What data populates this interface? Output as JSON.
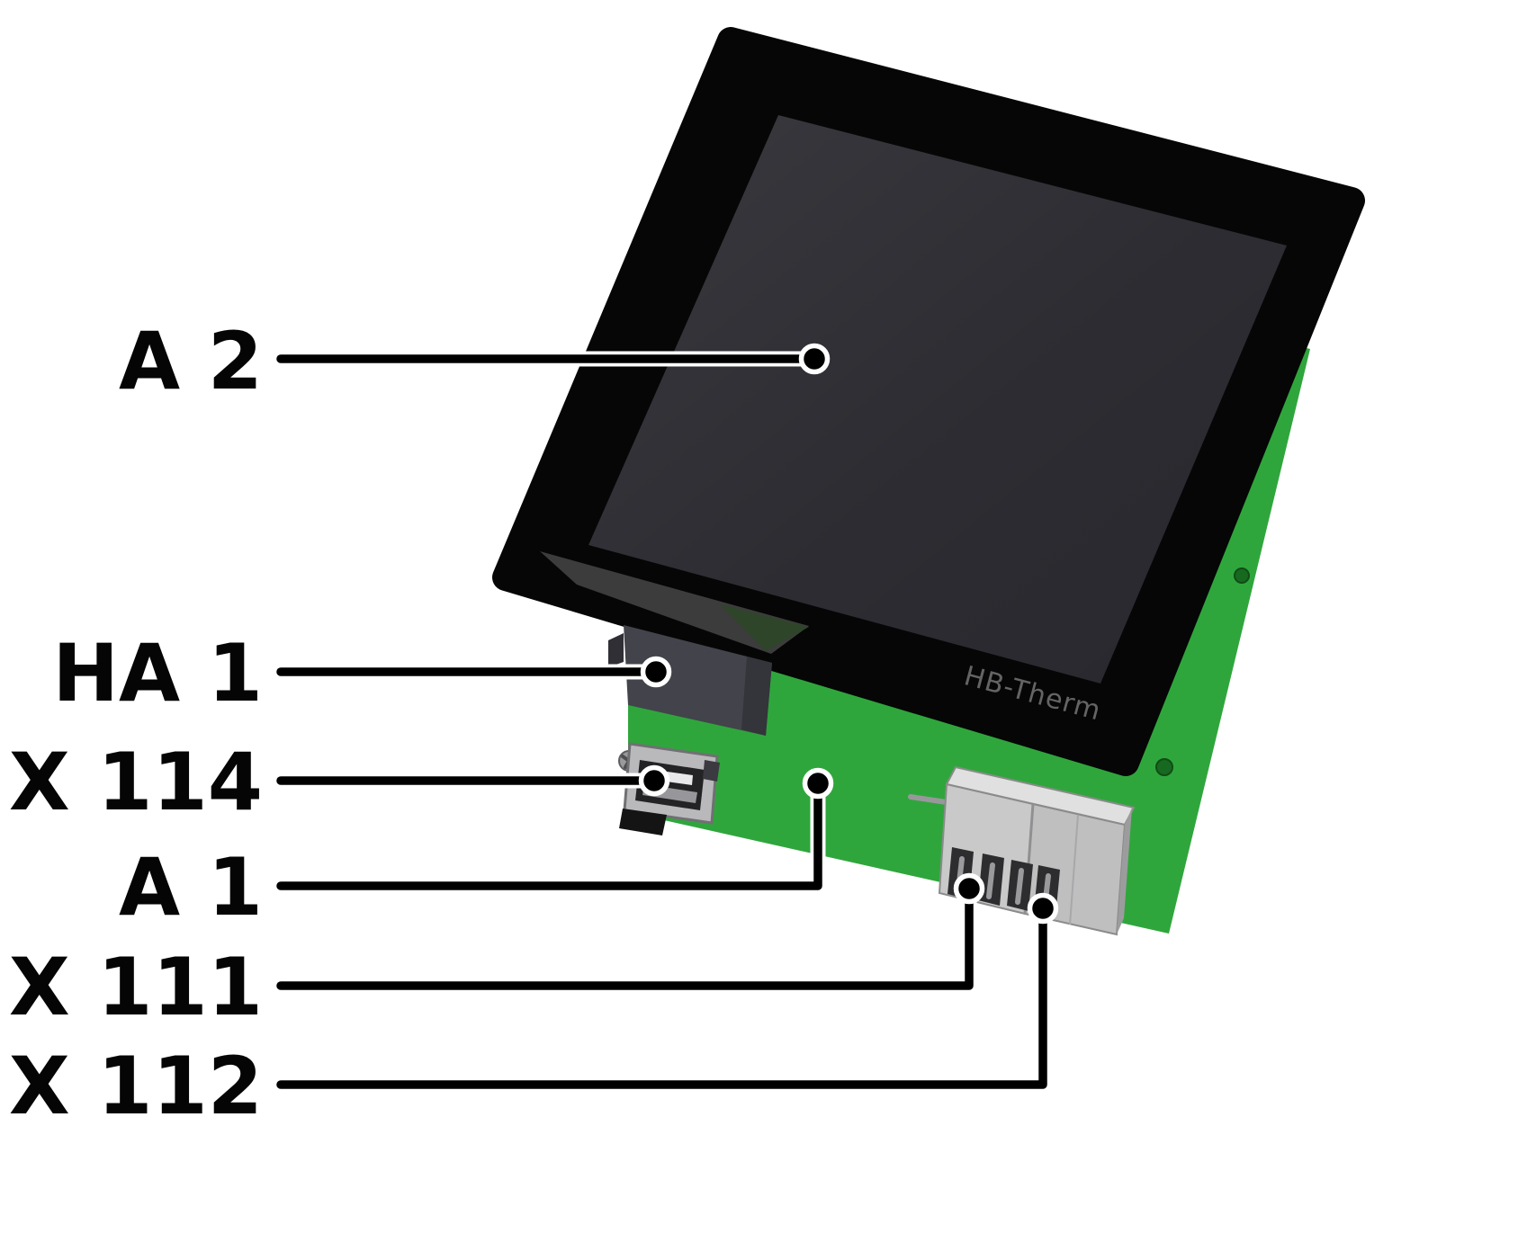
{
  "diagram": {
    "brand": "HB-Therm",
    "labels": [
      {
        "text": "A 2"
      },
      {
        "text": "HA 1"
      },
      {
        "text": "X 114"
      },
      {
        "text": "A 1"
      },
      {
        "text": "X 111"
      },
      {
        "text": "X 112"
      }
    ],
    "colors": {
      "background": "#ffffff",
      "pcb_green": "#2fa63c",
      "pcb_green_dark": "#17691f",
      "bezel_black": "#060606",
      "screen_dark": "#28282e",
      "connector_dark_gray": "#43434b",
      "metal_gray": "#c9c9c9",
      "brand_gray": "#646464",
      "label_black": "#050505",
      "callout_black": "#000000"
    }
  }
}
